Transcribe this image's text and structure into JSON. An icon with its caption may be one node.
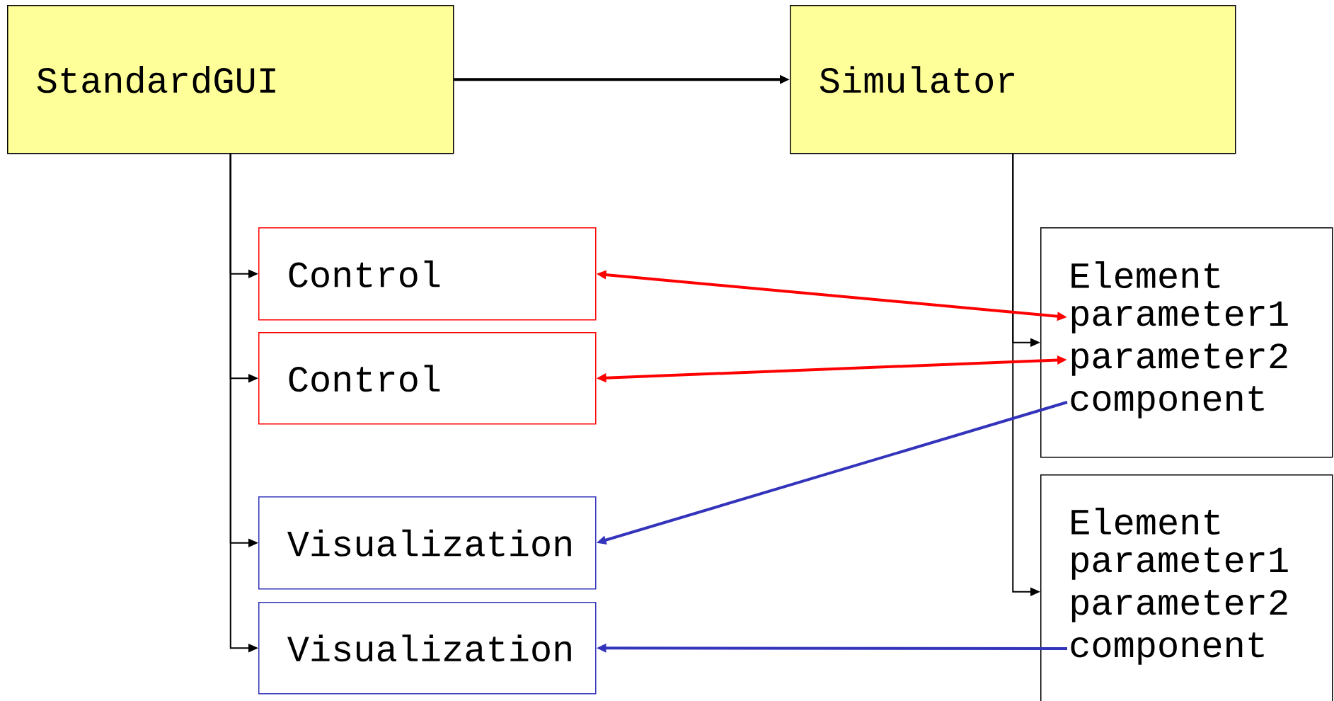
{
  "diagram": {
    "nodes": [
      {
        "text": [
          "StandardGUI"
        ]
      },
      {
        "text": [
          "Simulator"
        ]
      },
      {
        "text": [
          "Control"
        ]
      },
      {
        "text": [
          "Control"
        ]
      },
      {
        "text": [
          "Visualization"
        ]
      },
      {
        "text": [
          "Visualization"
        ]
      },
      {
        "text": [
          "Element"
        ]
      },
      {
        "text": [
          "parameter1"
        ],
        "in": 6
      },
      {
        "text": [
          "parameter2"
        ],
        "in": 6
      },
      {
        "text": [
          "component"
        ],
        "in": 6
      },
      {
        "text": [
          "Element"
        ]
      },
      {
        "text": [
          "parameter1"
        ],
        "in": 10
      },
      {
        "text": [
          "parameter2"
        ],
        "in": 10
      },
      {
        "text": [
          "component"
        ],
        "in": 10
      }
    ],
    "edges": [
      {
        "from": 0,
        "to": 1,
        "arrow": "to"
      },
      {
        "from": 0,
        "to": 2,
        "arrow": "to"
      },
      {
        "from": 0,
        "to": 3,
        "arrow": "to"
      },
      {
        "from": 0,
        "to": 4,
        "arrow": "to"
      },
      {
        "from": 0,
        "to": 5,
        "arrow": "to"
      },
      {
        "from": 1,
        "to": 6,
        "arrow": "to"
      },
      {
        "from": 1,
        "to": 10,
        "arrow": "to"
      },
      {
        "from": 2,
        "to": 7,
        "arrow": "both",
        "color": "#ff0000"
      },
      {
        "from": 3,
        "to": 8,
        "arrow": "both",
        "color": "#ff0000"
      },
      {
        "from": 9,
        "to": 4,
        "arrow": "to",
        "color": "#3333bb"
      },
      {
        "from": 13,
        "to": 5,
        "arrow": "to",
        "color": "#3333bb"
      }
    ]
  }
}
